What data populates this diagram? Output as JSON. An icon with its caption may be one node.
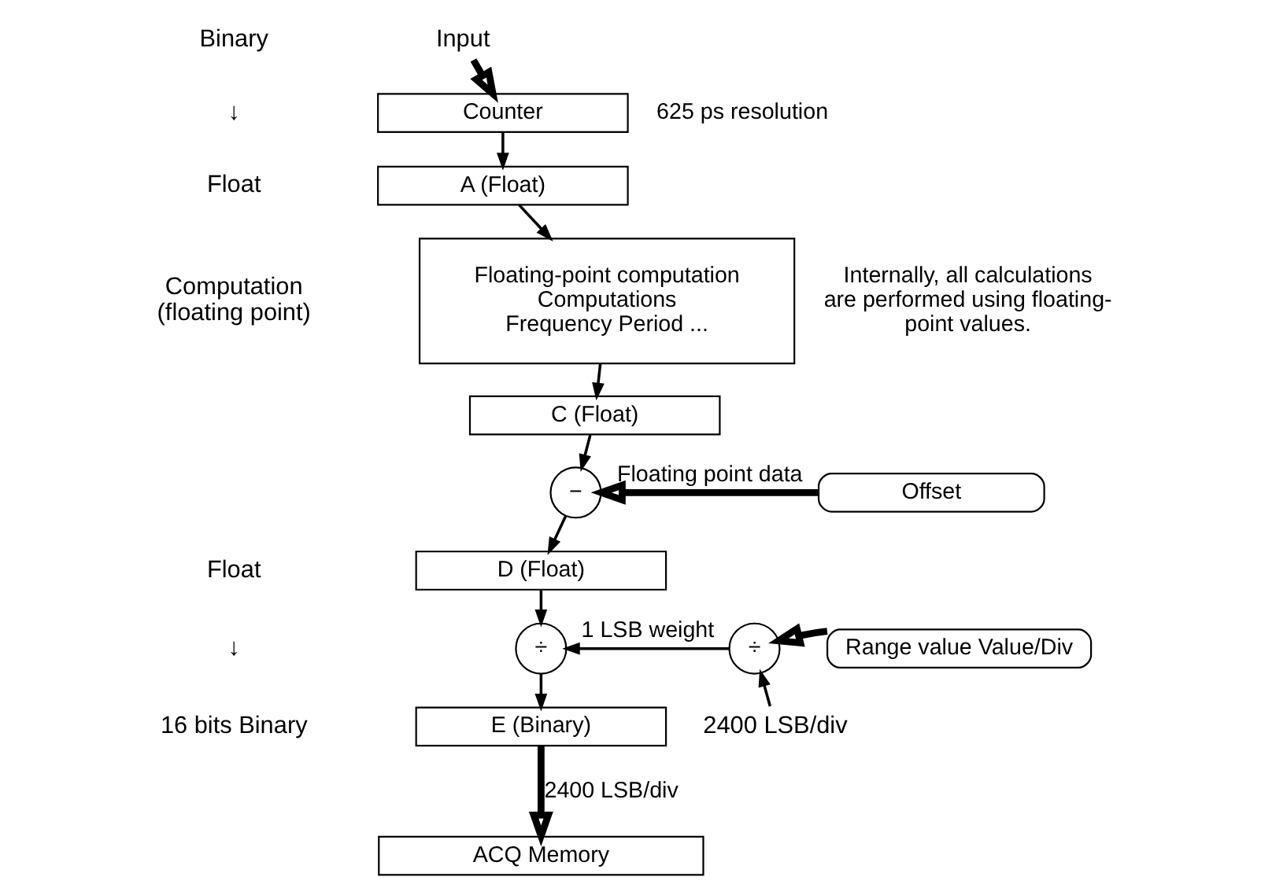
{
  "diagram": {
    "nodes": [
      {
        "text": [
          "Input"
        ]
      },
      {
        "text": [
          "Counter"
        ],
        "beside": [
          "625 ps resolution"
        ]
      },
      {
        "text": [
          "A (Float)"
        ]
      },
      {
        "text": [
          "Floating-point computation",
          "Computations",
          "Frequency Period ..."
        ],
        "beside": [
          "Internally, all calculations are performed using floating-point values."
        ]
      },
      {
        "text": [
          "C (Float)"
        ]
      },
      {
        "text": [
          "−"
        ]
      },
      {
        "text": [
          "Offset"
        ]
      },
      {
        "text": [
          "D (Float)"
        ]
      },
      {
        "text": [
          "÷"
        ]
      },
      {
        "text": [
          "÷"
        ]
      },
      {
        "text": [
          "Range value Value/Div"
        ]
      },
      {
        "text": [
          "2400 LSB/div"
        ]
      },
      {
        "text": [
          "E (Binary)"
        ]
      },
      {
        "text": [
          "ACQ Memory"
        ]
      }
    ],
    "edges": [
      {
        "from": 0,
        "to": 1,
        "arrow": "to",
        "style": "thick"
      },
      {
        "from": 1,
        "to": 2,
        "arrow": "to"
      },
      {
        "from": 2,
        "to": 3,
        "arrow": "to"
      },
      {
        "from": 3,
        "to": 4,
        "arrow": "to"
      },
      {
        "from": 4,
        "to": 5,
        "arrow": "to"
      },
      {
        "from": 6,
        "to": 5,
        "arrow": "to",
        "style": "thick",
        "label": "Floating point data"
      },
      {
        "from": 5,
        "to": 7,
        "arrow": "to"
      },
      {
        "from": 7,
        "to": 8,
        "arrow": "to"
      },
      {
        "from": 9,
        "to": 8,
        "arrow": "to",
        "label": "1 LSB weight"
      },
      {
        "from": 10,
        "to": 9,
        "arrow": "to",
        "style": "thick"
      },
      {
        "from": 11,
        "to": 9,
        "arrow": "to"
      },
      {
        "from": 8,
        "to": 12,
        "arrow": "to"
      },
      {
        "from": 12,
        "to": 13,
        "arrow": "to",
        "style": "thick",
        "label": "2400 LSB/div"
      }
    ],
    "labels": [
      "Binary",
      "↓",
      "Float",
      "Computation (floating point)",
      "Float",
      "↓",
      "16 bits Binary"
    ]
  }
}
